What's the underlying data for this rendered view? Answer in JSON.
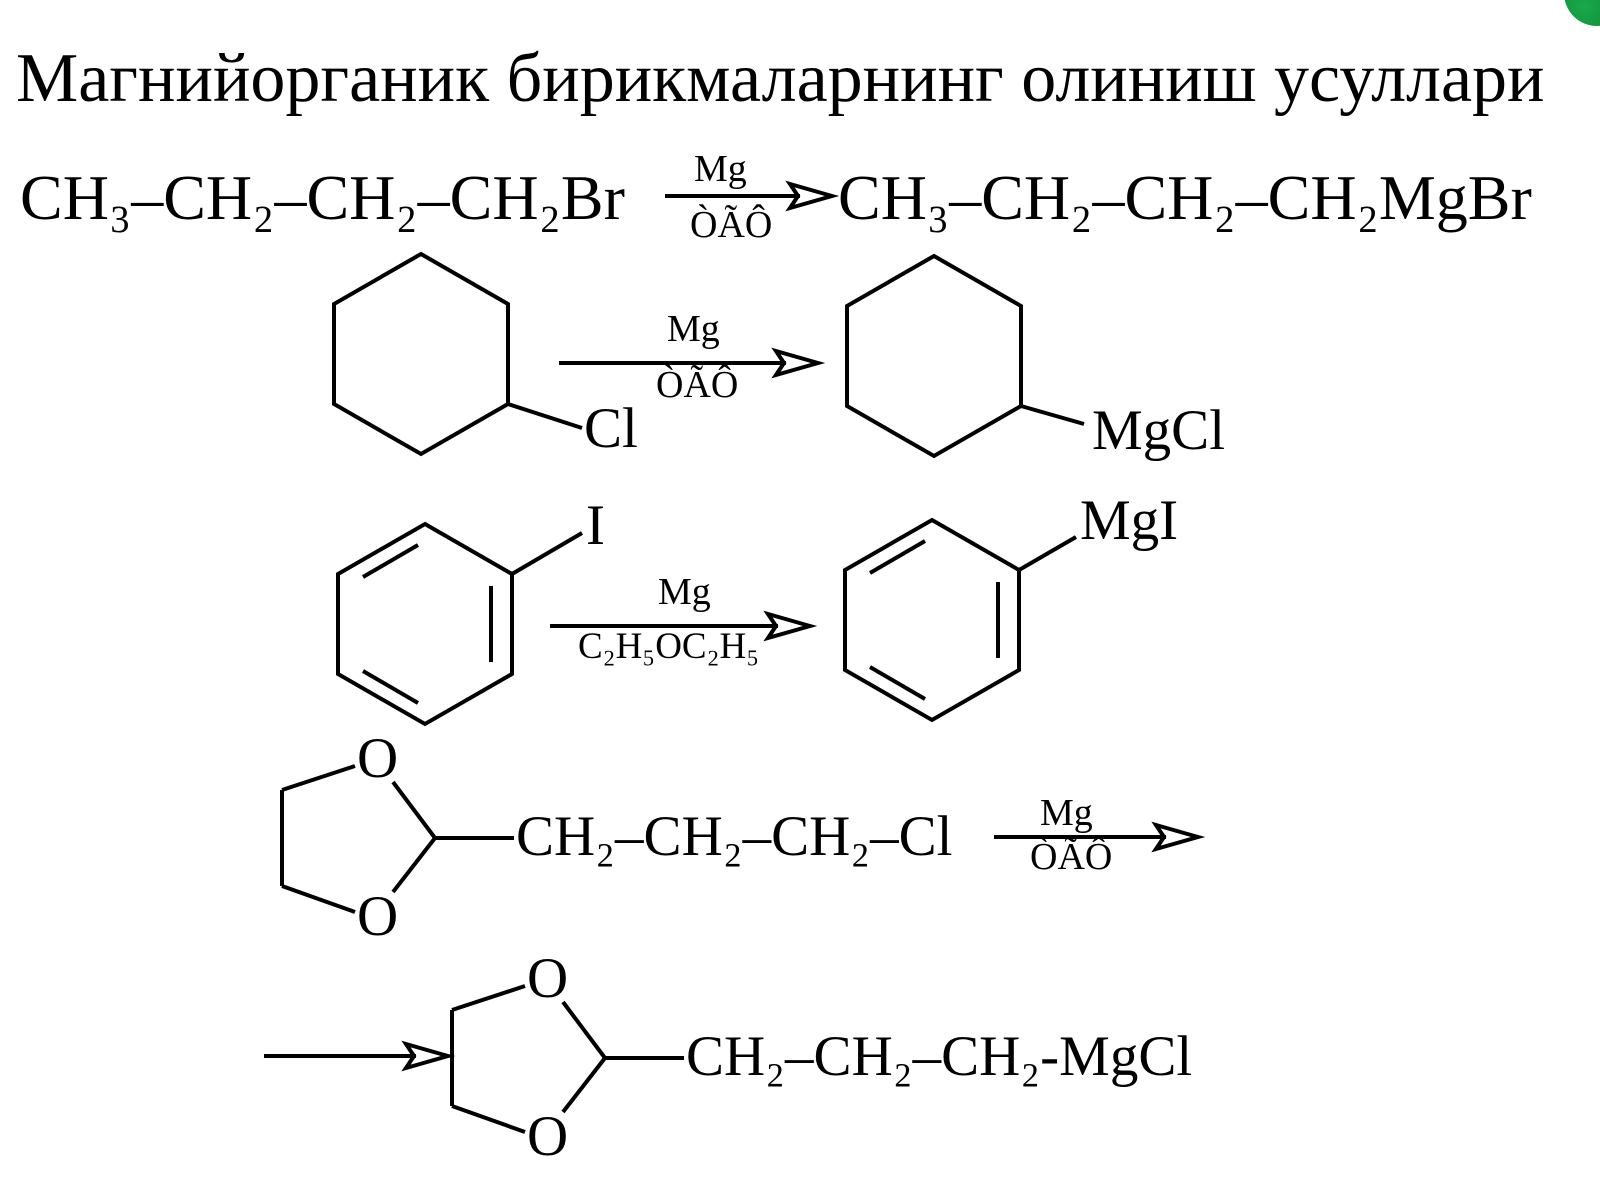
{
  "title": "Магнийорганик бирикмаларнинг олиниш усуллари",
  "accent_color": "#0e8f3a",
  "reaction1": {
    "reactant": "CH₃–CH₂–CH₂–CH₂Br",
    "reagent": "Mg",
    "solvent": "ÒÃÔ",
    "product": "CH₃–CH₂–CH₂–CH₂MgBr"
  },
  "reaction2": {
    "reactant_group": "Cl",
    "reagent": "Mg",
    "solvent": "ÒÃÔ",
    "product_group": "MgCl"
  },
  "reaction3": {
    "reactant_group": "I",
    "reagent": "Mg",
    "solvent": "C₂H₅OC₂H₅",
    "product_group": "MgI"
  },
  "reaction4": {
    "ring_oxygen_top": "O",
    "ring_oxygen_bottom": "O",
    "reactant_chain": "CH₂–CH₂–CH₂–Cl",
    "reagent": "Mg",
    "solvent": "ÒÃÔ",
    "product_ring_oxygen_top": "O",
    "product_ring_oxygen_bottom": "O",
    "product_chain": "CH₂–CH₂–CH₂-MgCl"
  }
}
